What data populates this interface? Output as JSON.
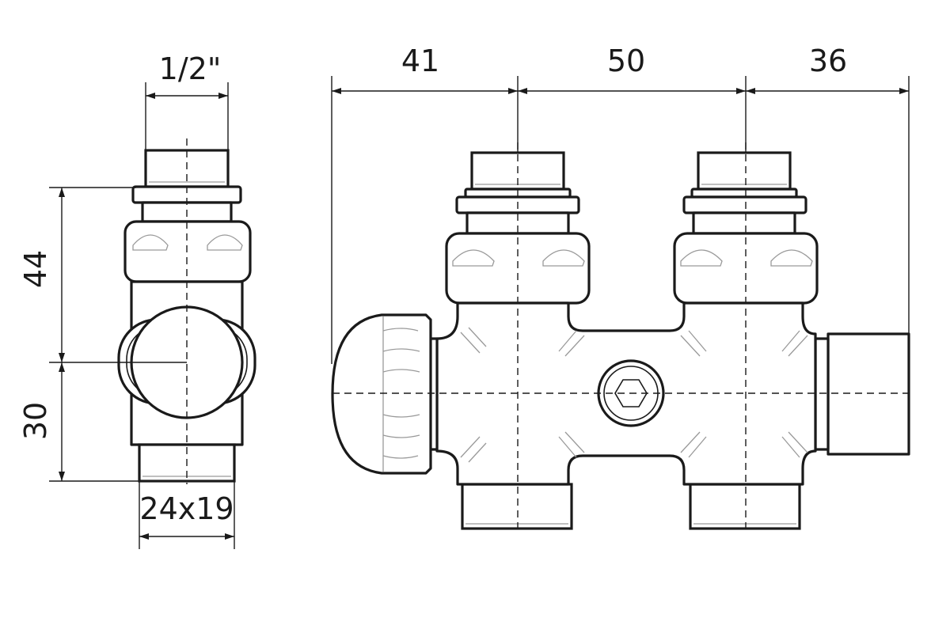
{
  "side_view": {
    "dim_thread": "1/2\"",
    "dim_top_height": "44",
    "dim_bottom_height": "30",
    "dim_outlet_thread": "24x19"
  },
  "front_view": {
    "dim_left": "41",
    "dim_middle": "50",
    "dim_right": "36"
  }
}
